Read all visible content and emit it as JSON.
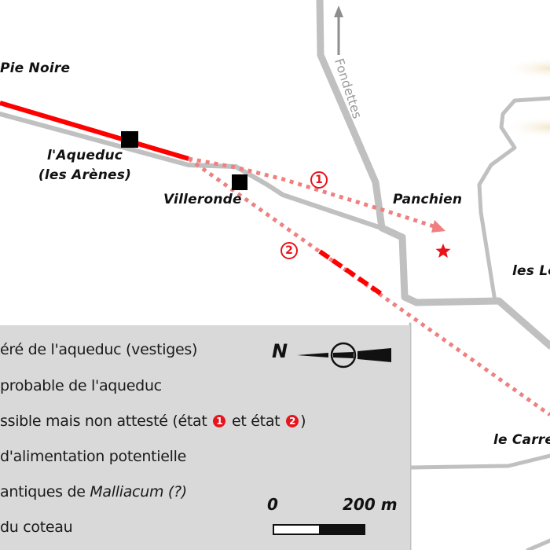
{
  "map": {
    "colors": {
      "road": "#c0c0c0",
      "aqueduct_attested": "#ff0000",
      "aqueduct_possible": "#f08080",
      "aqueduct_probable": "#ff0000",
      "site_marker": "#000000",
      "star": "#e8141c",
      "legend_bg": "#d9d9d9"
    },
    "places": [
      {
        "id": "pie-noire",
        "label": "Pie Noire"
      },
      {
        "id": "aqueduc",
        "label": "l'Aqueduc"
      },
      {
        "id": "arenes",
        "label": "(les Arènes)"
      },
      {
        "id": "villeronde",
        "label": "Villeronde"
      },
      {
        "id": "panchien",
        "label": "Panchien"
      },
      {
        "id": "les-l",
        "label": "les Lo"
      },
      {
        "id": "le-carre",
        "label": "le Carre"
      }
    ],
    "road_label": "Fondettes",
    "state_markers": [
      {
        "id": "state-1",
        "label": "①",
        "num": "1"
      },
      {
        "id": "state-2",
        "label": "②",
        "num": "2"
      }
    ]
  },
  "legend": {
    "items": [
      {
        "text": "éré de l'aqueduc (vestiges)"
      },
      {
        "text": "probable de l'aqueduc"
      },
      {
        "text_before": "ssible  mais non attesté (état ",
        "marker1": "1",
        "text_middle": " et état ",
        "marker2": "2",
        "text_after": ")"
      },
      {
        "text": "d'alimentation potentielle"
      },
      {
        "text_before": " antiques de ",
        "italic": "Malliacum (?)"
      },
      {
        "text": "du coteau"
      }
    ],
    "north": {
      "label": "N"
    },
    "scale": {
      "start": "0",
      "end": "200 m"
    }
  }
}
